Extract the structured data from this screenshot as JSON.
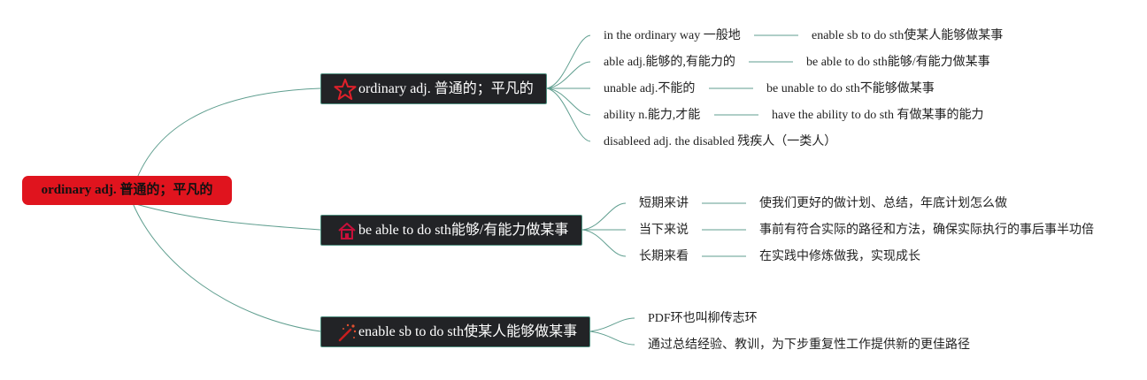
{
  "root": {
    "label": "ordinary adj. 普通的；平凡的"
  },
  "branches": [
    {
      "label": "ordinary adj. 普通的；平凡的",
      "icon": "star-icon",
      "icon_color": "#e0202a",
      "children": [
        {
          "label": "in the ordinary way 一般地",
          "note": "enable sb to do sth使某人能够做某事"
        },
        {
          "label": "able adj.能够的,有能力的",
          "note": "be able to do sth能够/有能力做某事"
        },
        {
          "label": "unable adj.不能的",
          "note": "be unable to do sth不能够做某事"
        },
        {
          "label": "ability n.能力,才能",
          "note": "have the ability to do sth 有做某事的能力"
        },
        {
          "label": "disableed adj. the disabled 残疾人（一类人）",
          "note": ""
        }
      ]
    },
    {
      "label": "be able to do sth能够/有能力做某事",
      "icon": "house-icon",
      "icon_color": "#c8103a",
      "children": [
        {
          "label": "短期来讲",
          "note": "使我们更好的做计划、总结，年底计划怎么做"
        },
        {
          "label": "当下来说",
          "note": "事前有符合实际的路径和方法，确保实际执行的事后事半功倍"
        },
        {
          "label": "长期来看",
          "note": "在实践中修炼做我，实现成长"
        }
      ]
    },
    {
      "label": "enable sb to do sth使某人能够做某事",
      "icon": "magic-wand-icon",
      "icon_color": "#c81e1e",
      "children": [
        {
          "label": "PDF环也叫柳传志环",
          "note": ""
        },
        {
          "label": "通过总结经验、教训，为下步重复性工作提供新的更佳路径",
          "note": ""
        }
      ]
    }
  ]
}
